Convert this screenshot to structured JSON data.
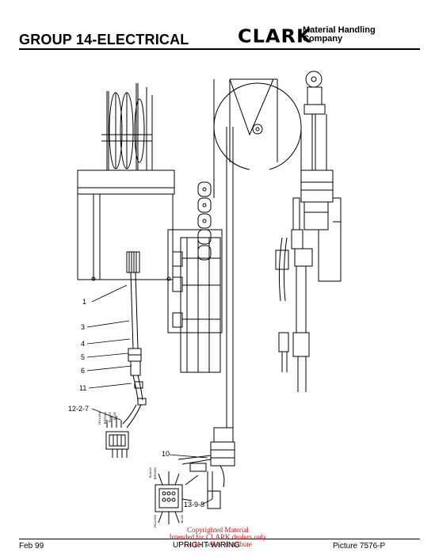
{
  "header": {
    "title": "GROUP 14-ELECTRICAL",
    "logo_text": "CLARK",
    "logo_sub_line1": "Material Handling",
    "logo_sub_line2": "Company"
  },
  "callouts": {
    "c1": "1",
    "c3": "3",
    "c4": "4",
    "c5": "5",
    "c6": "6",
    "c11": "11",
    "c12": "12-2-7",
    "c10": "10",
    "c13": "13-9-8"
  },
  "connector_labels": {
    "wire_yellow": "YELLOW",
    "wire_brown": "BROWN",
    "wire_black": "BLACK",
    "wire_blue": "BLUE",
    "lower_a": "BLACK",
    "lower_b": "BROWN",
    "lower_c": "YELLOW",
    "lower_d": "BLUE"
  },
  "footer": {
    "date": "Feb 99",
    "section": "UPRIGHT WIRING",
    "picture": "Picture 7576-P"
  },
  "watermark": {
    "line1": "Copyrighted Material",
    "line2": "Intended for CLARK dealers only",
    "line3": "Do not sell or distribute"
  },
  "colors": {
    "ink": "#000000",
    "watermark": "#c0181c"
  }
}
